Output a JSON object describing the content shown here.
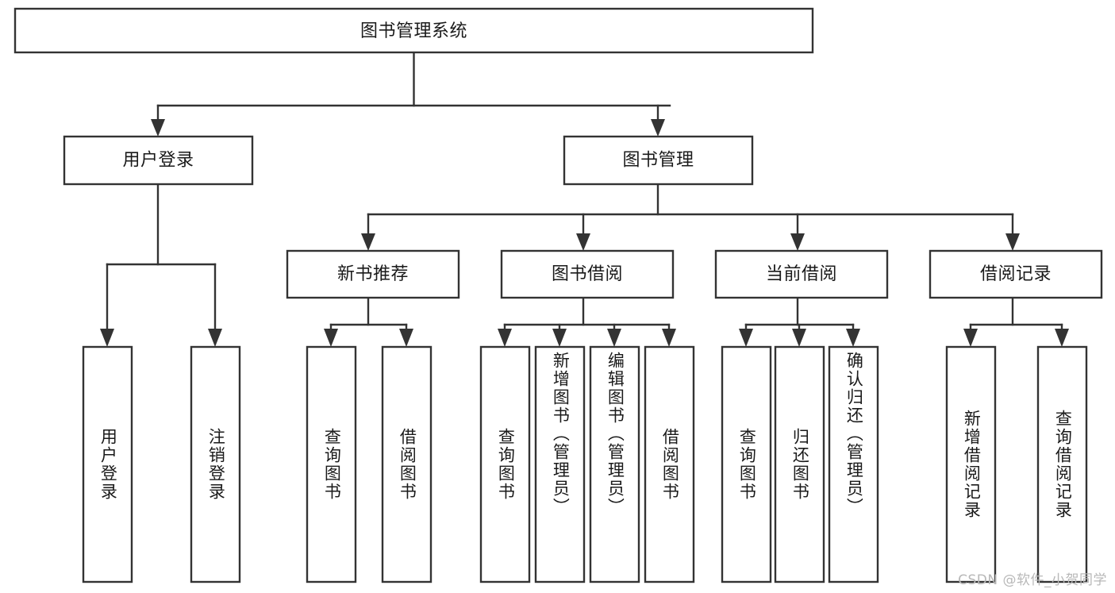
{
  "diagram": {
    "type": "tree",
    "title": "图书管理系统",
    "watermark": "CSDN @软件_小贺同学",
    "colors": {
      "stroke": "#333333",
      "fill": "#ffffff",
      "text": "#1a1a1a",
      "watermark": "#b8b8b8",
      "background": "#ffffff"
    },
    "nodes": {
      "root": {
        "label": "图书管理系统"
      },
      "level2": [
        {
          "id": "user-login",
          "label": "用户登录"
        },
        {
          "id": "book-manage",
          "label": "图书管理"
        }
      ],
      "level3": [
        {
          "id": "new-book-recommend",
          "label": "新书推荐"
        },
        {
          "id": "book-borrow",
          "label": "图书借阅"
        },
        {
          "id": "current-borrow",
          "label": "当前借阅"
        },
        {
          "id": "borrow-record",
          "label": "借阅记录"
        }
      ],
      "leaves": [
        {
          "id": "leaf-user-login",
          "label": "用户登录",
          "parent": "user-login"
        },
        {
          "id": "leaf-user-logout",
          "label": "注销登录",
          "parent": "user-login"
        },
        {
          "id": "leaf-query-book-1",
          "label": "查询图书",
          "parent": "new-book-recommend"
        },
        {
          "id": "leaf-borrow-book-1",
          "label": "借阅图书",
          "parent": "new-book-recommend"
        },
        {
          "id": "leaf-query-book-2",
          "label": "查询图书",
          "parent": "book-borrow"
        },
        {
          "id": "leaf-add-book",
          "label": "新增图书（管理员）",
          "parent": "book-borrow"
        },
        {
          "id": "leaf-edit-book",
          "label": "编辑图书（管理员）",
          "parent": "book-borrow"
        },
        {
          "id": "leaf-borrow-book-2",
          "label": "借阅图书",
          "parent": "book-borrow"
        },
        {
          "id": "leaf-query-book-3",
          "label": "查询图书",
          "parent": "current-borrow"
        },
        {
          "id": "leaf-return-book",
          "label": "归还图书",
          "parent": "current-borrow"
        },
        {
          "id": "leaf-confirm-return",
          "label": "确认归还（管理员）",
          "parent": "current-borrow"
        },
        {
          "id": "leaf-add-record",
          "label": "新增借阅记录",
          "parent": "borrow-record"
        },
        {
          "id": "leaf-query-record",
          "label": "查询借阅记录",
          "parent": "borrow-record"
        }
      ]
    }
  }
}
